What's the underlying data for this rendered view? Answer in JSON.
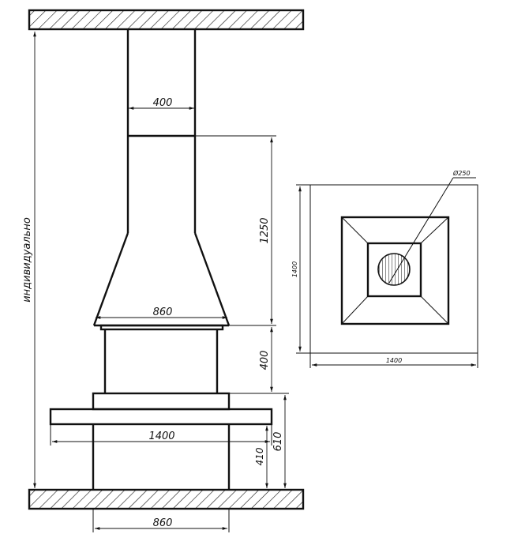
{
  "labels": {
    "height": "индивидуально",
    "chimney_width": "400",
    "hood_height": "1250",
    "hood_width": "860",
    "firebox_height": "400",
    "shelf_width": "1400",
    "base_height": "410",
    "total_base_height": "610",
    "foot_width": "860",
    "plan_side": "1400",
    "plan_width": "1400",
    "flue_diameter": "Ø250"
  }
}
